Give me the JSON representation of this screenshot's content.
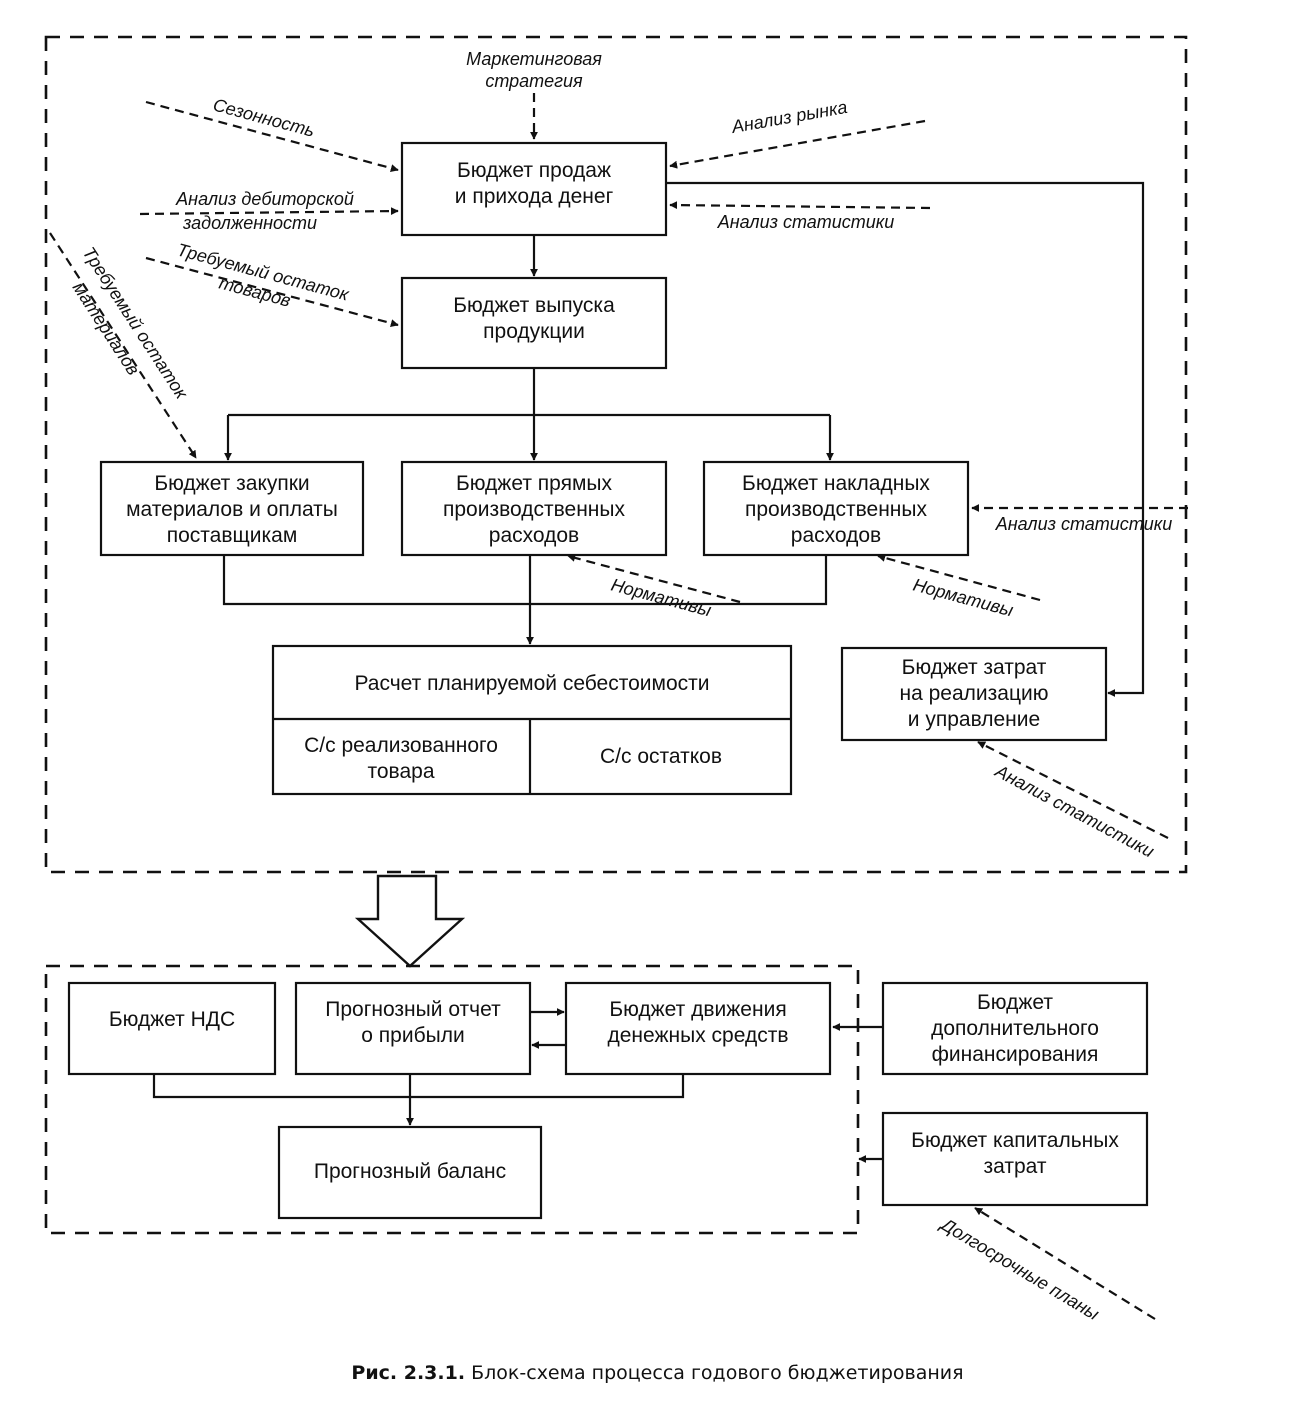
{
  "boxes": {
    "sales": [
      "Бюджет продаж",
      "и прихода денег"
    ],
    "production": [
      "Бюджет выпуска",
      "продукции"
    ],
    "purchases": [
      "Бюджет закупки",
      "материалов и оплаты",
      "поставщикам"
    ],
    "direct": [
      "Бюджет прямых",
      "производственных",
      "расходов"
    ],
    "overhead": [
      "Бюджет накладных",
      "производственных",
      "расходов"
    ],
    "cost_calc": "Расчет планируемой себестоимости",
    "cost_sold": [
      "С/с реализованного",
      "товара"
    ],
    "cost_rest": "С/с остатков",
    "selling": [
      "Бюджет затрат",
      "на реализацию",
      "и управление"
    ],
    "vat": "Бюджет НДС",
    "profit": [
      "Прогнозный отчет",
      "о прибыли"
    ],
    "cashflow": [
      "Бюджет движения",
      "денежных средств"
    ],
    "balance": "Прогнозный баланс",
    "financing": [
      "Бюджет",
      "дополнительного",
      "финансирования"
    ],
    "capex": [
      "Бюджет капитальных",
      "затрат"
    ]
  },
  "inputs": {
    "marketing": [
      "Маркетинговая",
      "стратегия"
    ],
    "seasonality": "Сезонность",
    "market": "Анализ рынка",
    "receivables": [
      "Анализ дебиторской",
      "задолженности"
    ],
    "stats_sales": "Анализ статистики",
    "goods_stock": [
      "Требуемый остаток",
      "товаров"
    ],
    "material_stock": [
      "Требуемый остаток",
      "материалов"
    ],
    "norms_direct": "Нормативы",
    "norms_overhead": "Нормативы",
    "stats_overhead": "Анализ статистики",
    "stats_selling": "Анализ статистики",
    "long_term": "Долгосрочные планы"
  },
  "caption": {
    "label": "Рис. 2.3.1.",
    "text": "Блок-схема процесса годового бюджетирования"
  }
}
